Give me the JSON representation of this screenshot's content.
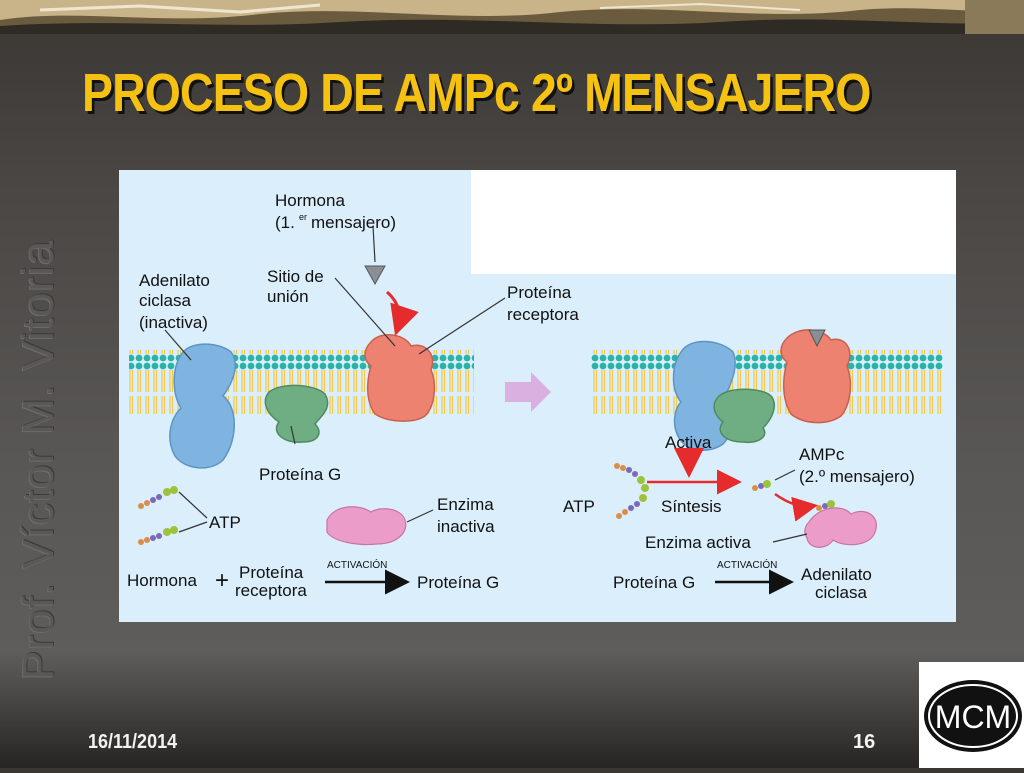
{
  "slide": {
    "title": "PROCESO DE AMPc 2º MENSAJERO",
    "side_text": "Prof. Víctor M. Vitoria",
    "date": "16/11/2014",
    "page_number": "16",
    "logo_text": "MCM"
  },
  "figure": {
    "hormona": "Hormona",
    "primer_mensajero_a": "(1.",
    "primer_mensajero_sup": "er",
    "primer_mensajero_b": "mensajero)",
    "sitio_1": "Sitio de",
    "sitio_2": "unión",
    "adenilato_1": "Adenilato",
    "adenilato_2": "ciclasa",
    "adenilato_3": "(inactiva)",
    "proteina_rec_1": "Proteína",
    "proteina_rec_2": "receptora",
    "proteina_g": "Proteína G",
    "atp_left": "ATP",
    "enzima_1": "Enzima",
    "enzima_2": "inactiva",
    "eq_left_hormona": "Hormona",
    "eq_left_plus": "+",
    "eq_left_prot_1": "Proteína",
    "eq_left_prot_2": "receptora",
    "activacion_left": "ACTIVACIÓN",
    "eq_left_result": "Proteína G",
    "activa": "Activa",
    "ampc_1": "AMPc",
    "ampc_2": "(2.º mensajero)",
    "atp_right": "ATP",
    "sintesis": "Síntesis",
    "enzima_activa": "Enzima activa",
    "eq_right_prot": "Proteína G",
    "activacion_right": "ACTIVACIÓN",
    "eq_right_result_1": "Adenilato",
    "eq_right_result_2": "ciclasa"
  },
  "colors": {
    "title": "#f5c211",
    "figure_bg": "#dbeefb",
    "adenylate": "#7fb4e0",
    "receptor": "#ee8270",
    "g_protein": "#6fae82",
    "enzyme": "#ec9cc8",
    "arrow_red": "#e52b2b"
  }
}
